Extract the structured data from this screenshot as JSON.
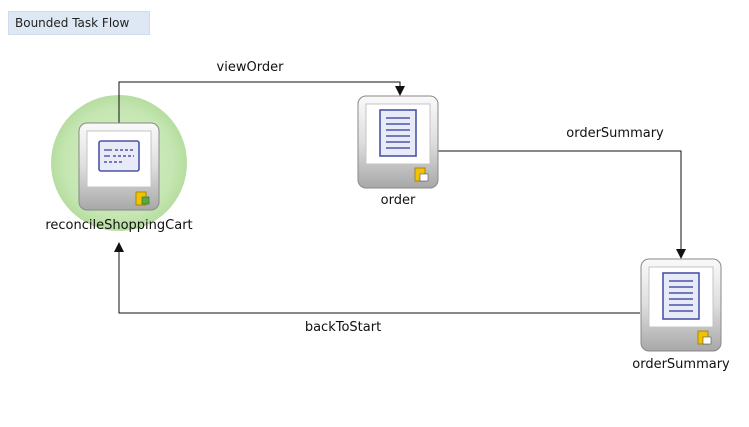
{
  "header": {
    "title": "Bounded Task Flow"
  },
  "nodes": {
    "reconcile": {
      "label": "reconcileShoppingCart",
      "kind": "method-call",
      "default_activity": true,
      "icon": "method-call-icon"
    },
    "order": {
      "label": "order",
      "kind": "view",
      "icon": "view-page-icon"
    },
    "summary": {
      "label": "orderSummary",
      "kind": "view",
      "icon": "view-page-icon"
    }
  },
  "edges": {
    "viewOrder": {
      "label": "viewOrder",
      "from": "reconcileShoppingCart",
      "to": "order"
    },
    "orderSummary": {
      "label": "orderSummary",
      "from": "order",
      "to": "orderSummary"
    },
    "backToStart": {
      "label": "backToStart",
      "from": "orderSummary",
      "to": "reconcileShoppingCart"
    }
  },
  "colors": {
    "default_activity_halo": "#c9e8b8",
    "node_border": "#8a8a8a",
    "page_icon": "#4a55a8",
    "page_fill": "#e8eaf7",
    "badge": "#e2b400",
    "tag_background": "#dde8f4"
  }
}
